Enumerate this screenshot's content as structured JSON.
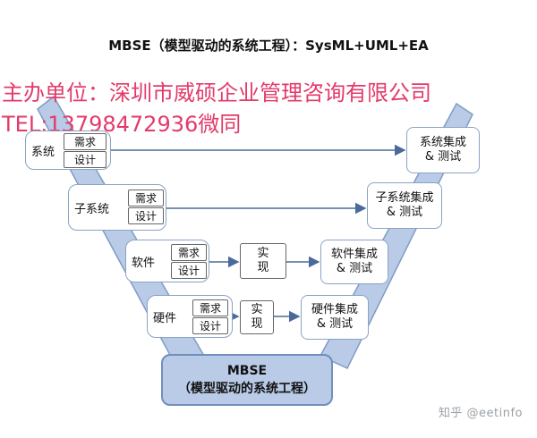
{
  "title": "MBSE（模型驱动的系统工程）：SysML+UML+EA",
  "banner": {
    "line1": "主办单位：深圳市威硕企业管理咨询有限公司",
    "line2": "TEL:13798472936微同"
  },
  "levels": {
    "system": {
      "label": "系统",
      "req": "需求",
      "design": "设计",
      "integration": "系统集成\n& 测试"
    },
    "subsystem": {
      "label": "子系统",
      "req": "需求",
      "design": "设计",
      "integration": "子系统集成\n& 测试"
    },
    "software": {
      "label": "软件",
      "req": "需求",
      "design": "设计",
      "implement": "实\n现",
      "integration": "软件集成\n& 测试"
    },
    "hardware": {
      "label": "硬件",
      "req": "需求",
      "design": "设计",
      "implement": "实\n现",
      "integration": "硬件集成\n& 测试"
    }
  },
  "base": {
    "line1": "MBSE",
    "line2": "（模型驱动的系统工程）"
  },
  "watermark": "知乎 @eetinfo",
  "colors": {
    "v_band": "#b9cbe6",
    "v_border": "#7f9cc6",
    "banner": "#e33a6a",
    "box_border": "#8aa3c4"
  }
}
